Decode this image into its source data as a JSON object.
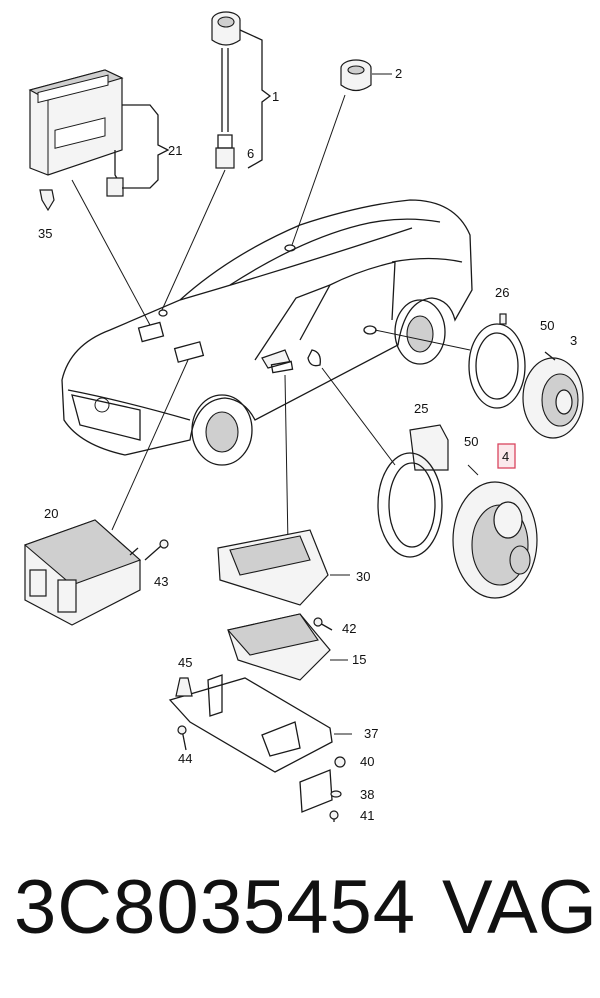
{
  "callouts": {
    "c1": "1",
    "c2": "2",
    "c3": "3",
    "c4": "4",
    "c6": "6",
    "c15": "15",
    "c20": "20",
    "c21": "21",
    "c25": "25",
    "c26": "26",
    "c30": "30",
    "c35": "35",
    "c37": "37",
    "c38": "38",
    "c40": "40",
    "c41": "41",
    "c42": "42",
    "c43": "43",
    "c44": "44",
    "c45": "45",
    "c50a": "50",
    "c50b": "50"
  },
  "highlighted_callout": "4",
  "highlight_color": "#d9455f",
  "footer": {
    "part_number": "3C8035454",
    "brand": "VAG"
  }
}
